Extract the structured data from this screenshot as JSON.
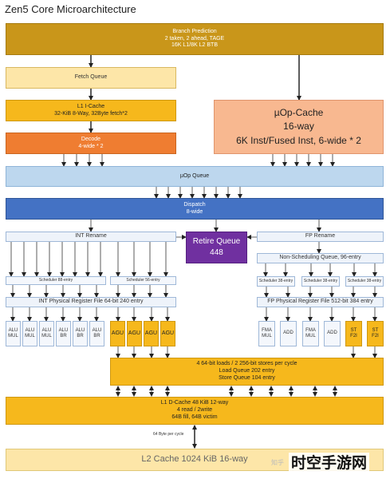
{
  "title": "Zen5 Core Microarchitecture",
  "branch_prediction": {
    "line1": "Branch Prediction",
    "line2": "2 taken, 2 ahead, TAGE",
    "line3": "16K L1/8K L2 BTB"
  },
  "fetch_queue": "Fetch Queue",
  "l1_icache": {
    "line1": "L1 I-Cache",
    "line2": "32-KiB 8-Way, 32Byte fetch*2"
  },
  "decode": {
    "line1": "Decode",
    "line2": "4-wide * 2"
  },
  "uop_cache": {
    "line1": "µOp-Cache",
    "line2": "16-way",
    "line3": "6K Inst/Fused Inst, 6-wide * 2"
  },
  "uop_queue": "µOp Queue",
  "dispatch": {
    "line1": "Dispatch",
    "line2": "8-wide"
  },
  "retire_queue": {
    "line1": "Retire Queue",
    "line2": "448"
  },
  "int_rename": "INT Rename",
  "fp_rename": "FP Rename",
  "non_scheduling_queue": "Non-Scheduling Queue, 96-entry",
  "int_scheduler_88": "Scheduler 88-entry",
  "int_scheduler_56": "Scheduler 56-entry",
  "fp_schedulers": [
    "Scheduler 38-entry",
    "Scheduler 38-entry",
    "Scheduler 38-entry"
  ],
  "int_prf": "INT Physical Register File 64-bit 240 entry",
  "fp_prf": "FP Physical Register File 512-bit 384 entry",
  "alu_units": [
    {
      "top": "ALU",
      "bottom": "MUL"
    },
    {
      "top": "ALU",
      "bottom": "MUL"
    },
    {
      "top": "ALU",
      "bottom": "MUL"
    },
    {
      "top": "ALU",
      "bottom": "BR"
    },
    {
      "top": "ALU",
      "bottom": "BR"
    },
    {
      "top": "ALU",
      "bottom": "BR"
    }
  ],
  "agu_units": [
    "AGU",
    "AGU",
    "AGU",
    "AGU"
  ],
  "fp_units": [
    {
      "top": "FMA",
      "bottom": "MUL"
    },
    {
      "top": "ADD",
      "bottom": ""
    },
    {
      "top": "FMA",
      "bottom": "MUL"
    },
    {
      "top": "ADD",
      "bottom": ""
    }
  ],
  "st_units": [
    {
      "top": "ST",
      "bottom": "F2I"
    },
    {
      "top": "ST",
      "bottom": "F2I"
    }
  ],
  "load_store": {
    "line1": "4 64-bit loads / 2 256-bit stores per cycle",
    "line2": "Load Queue 202 entry",
    "line3": "Store Queue 104 entry"
  },
  "l1_dcache": {
    "line1": "L1 D-Cache 48 KiB 12-way",
    "line2": "4 read / 2write",
    "line3": "64B fill, 64B victim"
  },
  "l2_note": "64 Byte per cycle",
  "l2_cache": "L2 Cache 1024 KiB 16-way",
  "watermark": "时空手游网",
  "watermark_sub": "知乎"
}
